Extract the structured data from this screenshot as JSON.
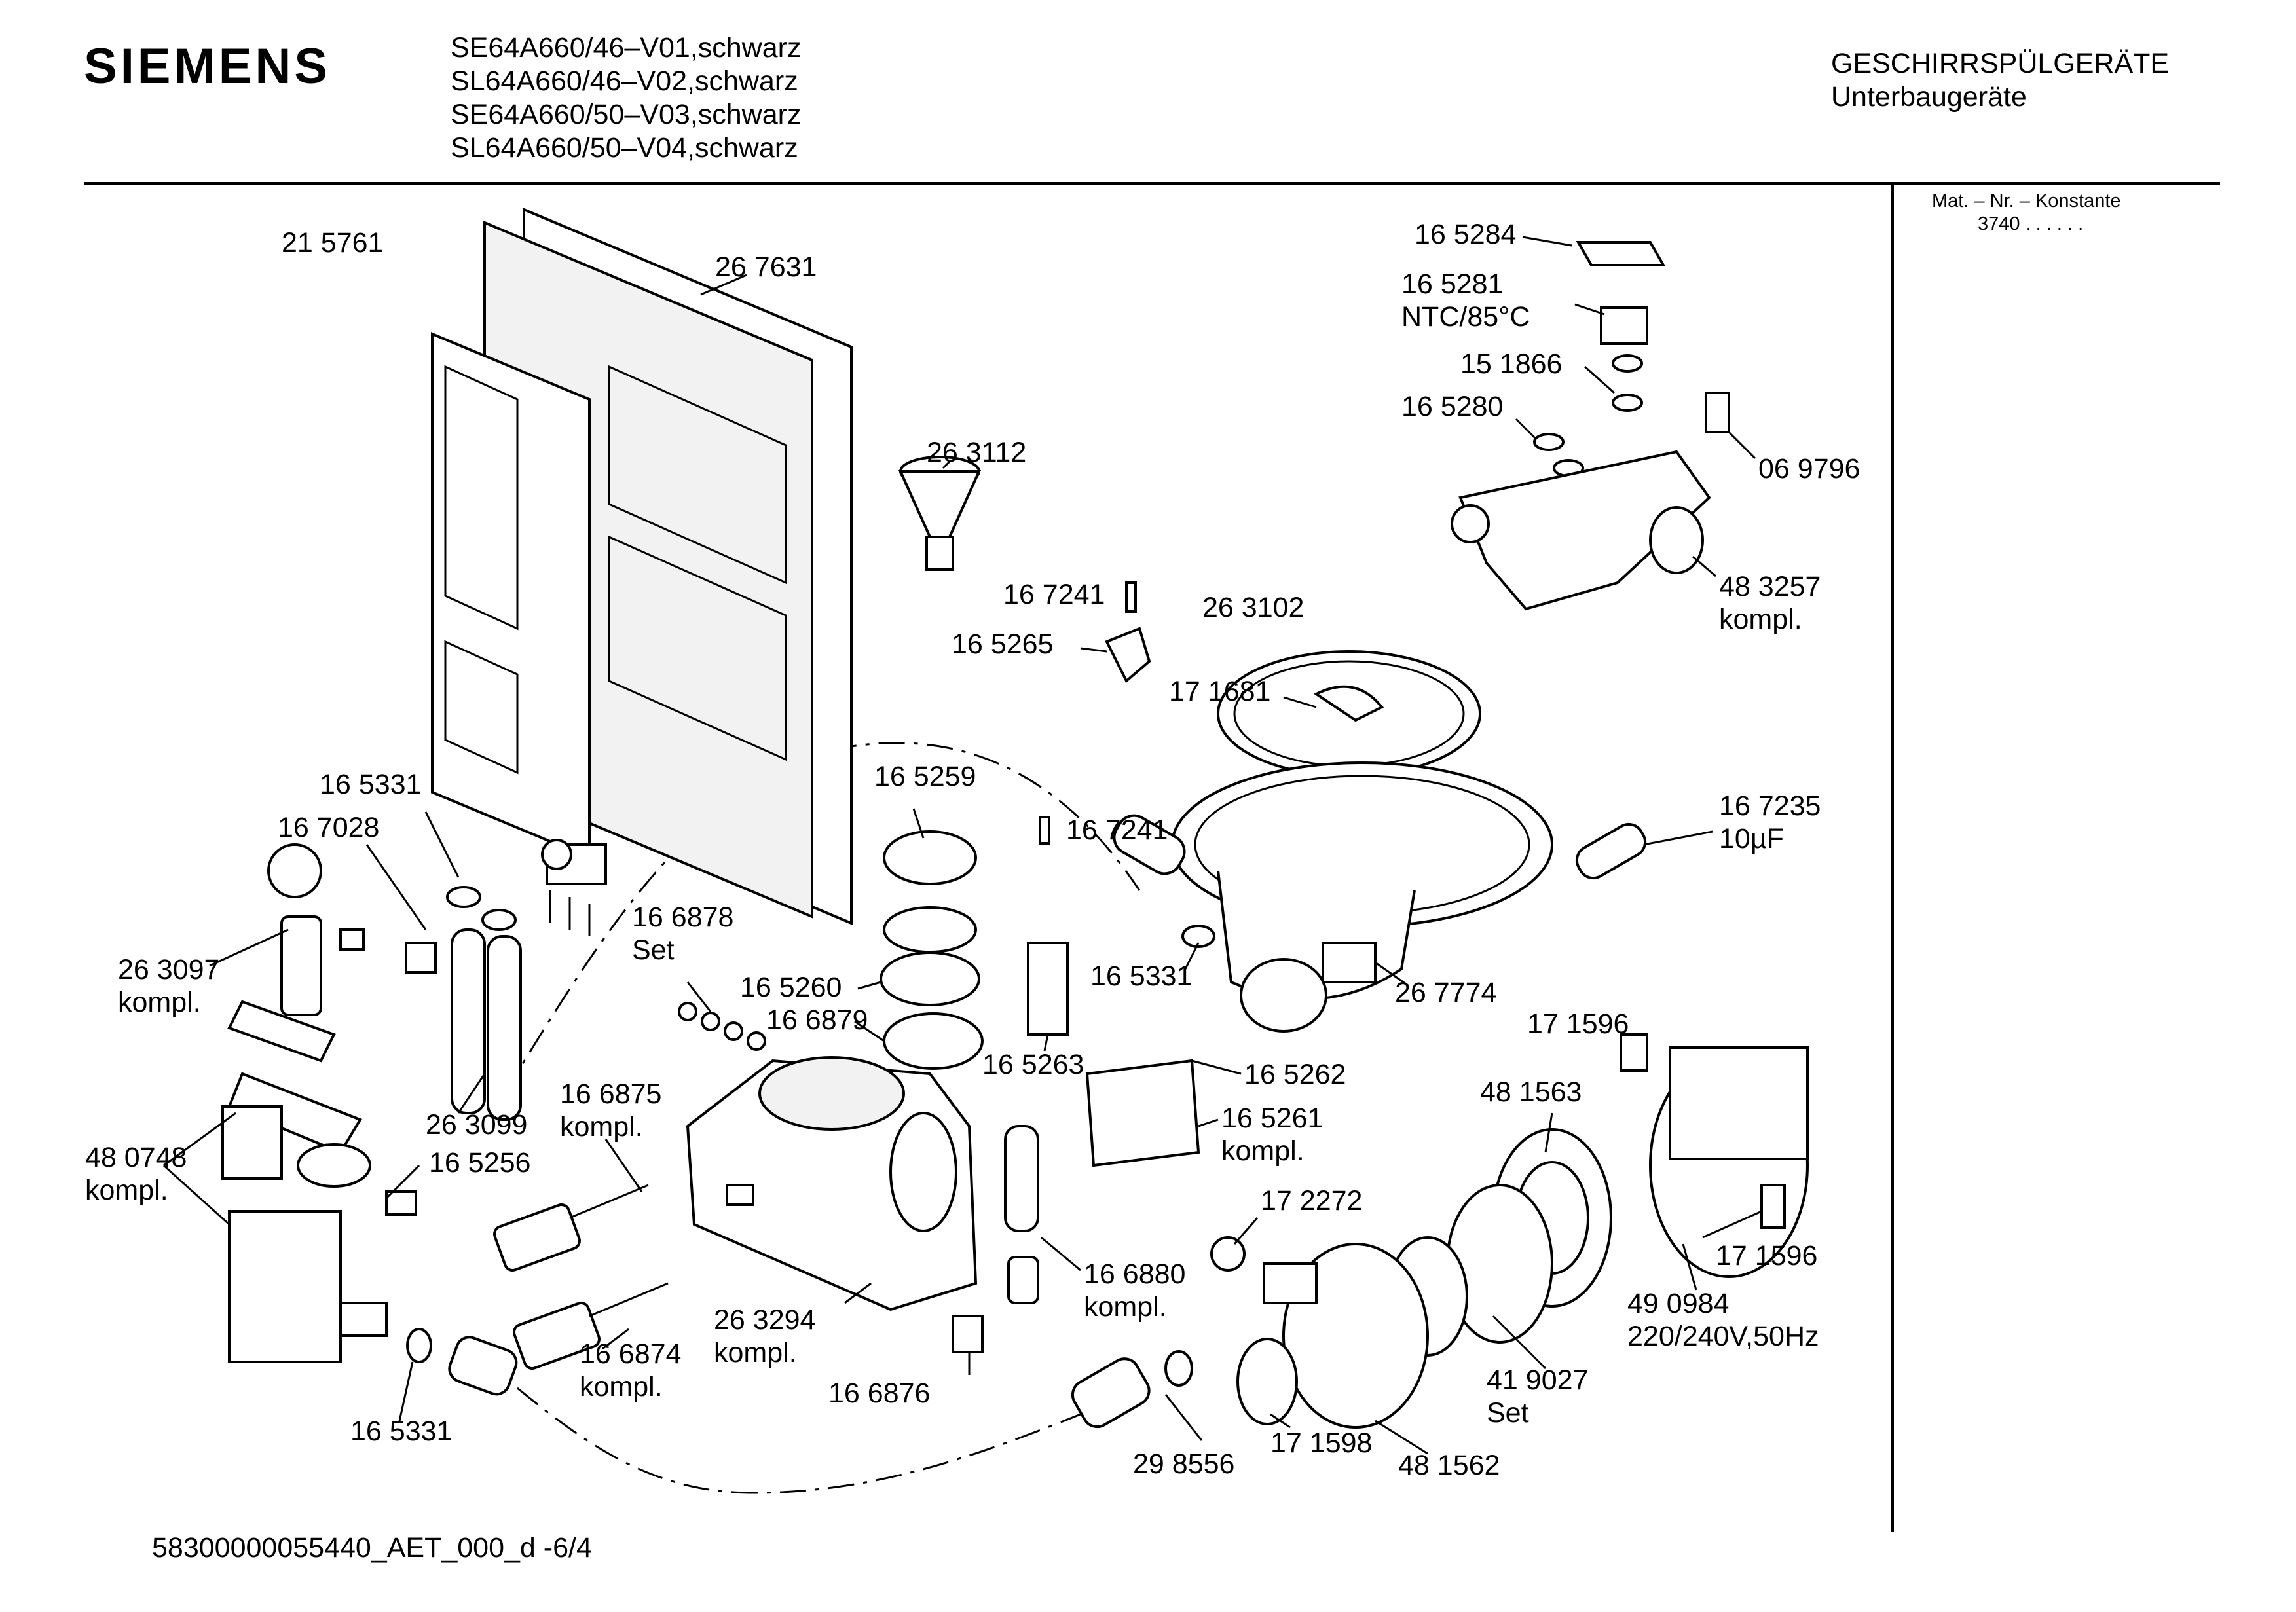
{
  "header": {
    "brand": "SIEMENS",
    "models": [
      "SE64A660/46–V01,schwarz",
      "SL64A660/46–V02,schwarz",
      "SE64A660/50–V03,schwarz",
      "SL64A660/50–V04,schwarz"
    ],
    "category": "GESCHIRRSPÜLGERÄTE",
    "subcategory": "Unterbaugeräte"
  },
  "sidebar": {
    "mat_label": "Mat. – Nr. – Konstante",
    "mat_value": "3740  .  .  .  .  .  ."
  },
  "footer": {
    "doc_id": "58300000055440_AET_000_d   -6/4"
  },
  "labels": {
    "l215761": "21 5761",
    "l267631": "26 7631",
    "l263112": "26 3112",
    "l165284": "16 5284",
    "l165281": "16 5281",
    "ntc": "NTC/85°C",
    "l151866": "15 1866",
    "l165280": "16 5280",
    "l069796": "06 9796",
    "l483257": "48 3257",
    "kompl_483257": "kompl.",
    "l167241a": "16 7241",
    "l165265": "16 5265",
    "l263102": "26 3102",
    "l171681": "17 1681",
    "l165331a": "16 5331",
    "l167028": "16 7028",
    "l165259": "16 5259",
    "l167241b": "16 7241",
    "l167235": "16 7235",
    "cap": "10µF",
    "l263097": "26 3097",
    "kompl_263097": "kompl.",
    "l166878": "16 6878",
    "set_166878": "Set",
    "l165260": "16 5260",
    "l166879": "16 6879",
    "l165331b": "16 5331",
    "l267774": "26 7774",
    "l171596a": "17 1596",
    "l165263": "16 5263",
    "l165262": "16 5262",
    "l481563": "48 1563",
    "l480748": "48 0748",
    "kompl_480748": "kompl.",
    "l263099": "26 3099",
    "l166875": "16 6875",
    "kompl_166875": "kompl.",
    "l165256": "16 5256",
    "l165261": "16 5261",
    "kompl_165261": "kompl.",
    "l172272": "17 2272",
    "l171596b": "17 1596",
    "l166880": "16 6880",
    "kompl_166880": "kompl.",
    "l490984": "49 0984",
    "volt": "220/240V,50Hz",
    "l263294": "26 3294",
    "kompl_263294": "kompl.",
    "l166874": "16 6874",
    "kompl_166874": "kompl.",
    "l166876": "16 6876",
    "l419027": "41 9027",
    "set_419027": "Set",
    "l165331c": "16 5331",
    "l298556": "29 8556",
    "l171598": "17 1598",
    "l481562": "48 1562"
  }
}
